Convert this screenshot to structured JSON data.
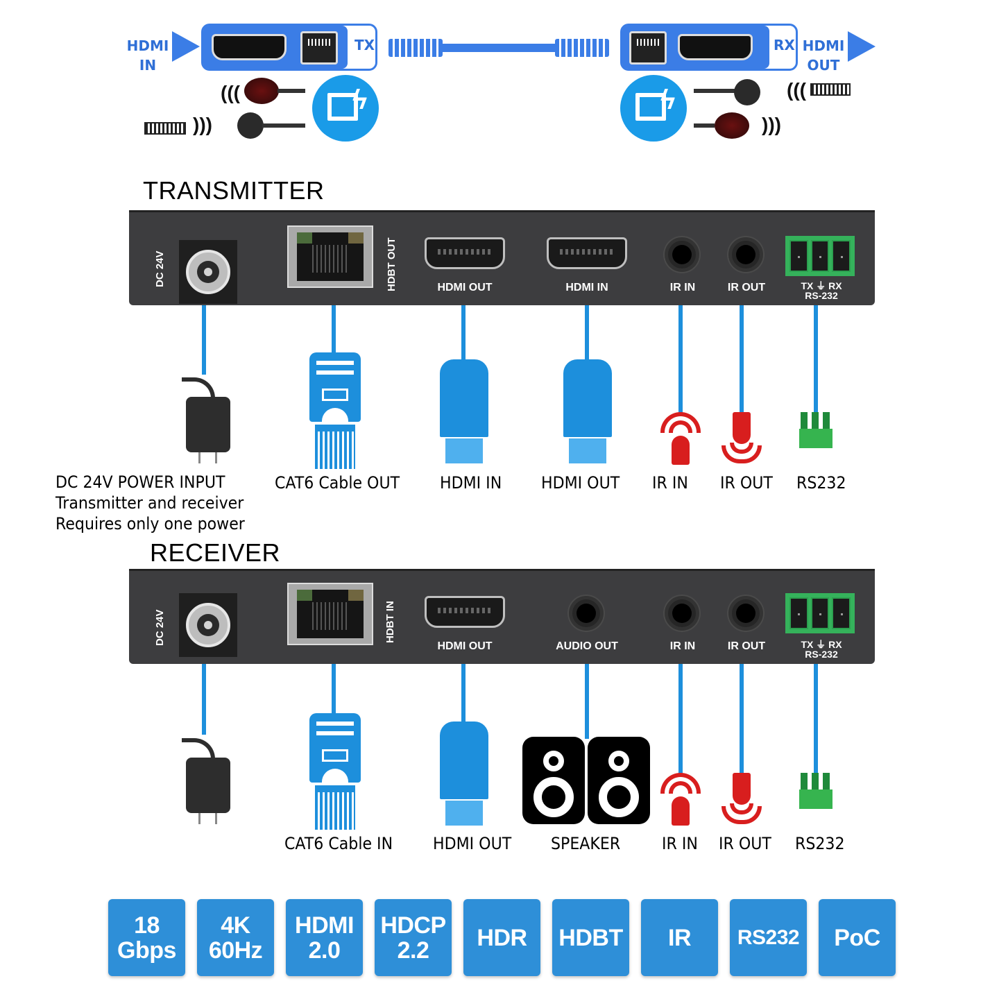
{
  "topology": {
    "tx_side": {
      "input_label_line1": "HDMI",
      "input_label_line2": "IN",
      "device_tag": "TX",
      "icons": [
        "hdmi-port-icon",
        "rj45-port-icon",
        "ir-receiver-icon",
        "ir-emitter-icon",
        "remote-control-icon",
        "poc-icon"
      ]
    },
    "rx_side": {
      "output_label_line1": "HDMI",
      "output_label_line2": "OUT",
      "device_tag": "RX",
      "icons": [
        "rj45-port-icon",
        "hdmi-port-icon",
        "ir-emitter-icon",
        "ir-receiver-icon",
        "remote-control-icon",
        "poc-icon"
      ]
    },
    "link_icon": "ethernet-cable-icon"
  },
  "transmitter": {
    "title": "TRANSMITTER",
    "panel": {
      "dc_label": "DC 24V",
      "hdbt_label": "HDBT OUT",
      "ports": [
        "HDMI OUT",
        "HDMI IN",
        "IR IN",
        "IR OUT"
      ],
      "rs232_pins": "TX ⏚ RX",
      "rs232_label": "RS-232"
    },
    "connections": {
      "power_line1": "DC 24V POWER INPUT",
      "power_line2": "Transmitter and receiver",
      "power_line3": "Requires only one power",
      "cat6": "CAT6 Cable OUT",
      "hdmi_a": "HDMI IN",
      "hdmi_b": "HDMI OUT",
      "ir_in": "IR IN",
      "ir_out": "IR OUT",
      "rs232": "RS232"
    }
  },
  "receiver": {
    "title": "RECEIVER",
    "panel": {
      "dc_label": "DC 24V",
      "hdbt_label": "HDBT IN",
      "ports": [
        "HDMI OUT",
        "AUDIO OUT",
        "IR IN",
        "IR OUT"
      ],
      "rs232_pins": "TX ⏚ RX",
      "rs232_label": "RS-232"
    },
    "connections": {
      "cat6": "CAT6 Cable IN",
      "hdmi": "HDMI OUT",
      "speaker": "SPEAKER",
      "ir_in": "IR IN",
      "ir_out": "IR OUT",
      "rs232": "RS232"
    }
  },
  "features": [
    "18\nGbps",
    "4K\n60Hz",
    "HDMI\n2.0",
    "HDCP\n2.2",
    "HDR",
    "HDBT",
    "IR",
    "RS232",
    "PoC"
  ],
  "colors": {
    "accent_blue": "#3b7de6",
    "cable_blue": "#1d8fdc",
    "badge_blue": "#2e8fd8",
    "ir_red": "#d81e1e",
    "terminal_green": "#35b25b",
    "panel_gray": "#3d3d3f"
  }
}
